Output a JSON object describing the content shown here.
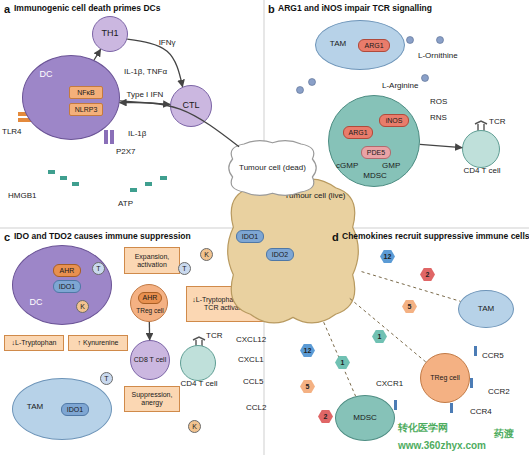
{
  "diagram": {
    "nodes": [
      {
        "text": [
          "Tumour cell (dead)"
        ]
      },
      {
        "text": [
          "Tumour cell (live)"
        ]
      },
      {
        "text": [
          "IDO1"
        ],
        "in": 1
      },
      {
        "text": [
          "IDO2"
        ],
        "in": 1
      },
      {
        "text": [
          "TH1"
        ]
      },
      {
        "text": [
          "DC"
        ]
      },
      {
        "text": [
          "NFκB"
        ],
        "in": 5
      },
      {
        "text": [
          "NLRP3"
        ],
        "in": 5
      },
      {
        "text": [
          "CTL"
        ]
      },
      {
        "text": [
          "TAM"
        ]
      },
      {
        "text": [
          "ARG1"
        ],
        "in": 9
      },
      {
        "text": [
          "MDSC"
        ]
      },
      {
        "text": [
          "ARG1"
        ],
        "in": 11
      },
      {
        "text": [
          "iNOS"
        ],
        "in": 11
      },
      {
        "text": [
          "PDE5"
        ],
        "in": 11
      },
      {
        "text": [
          "CD4 T cell"
        ]
      },
      {
        "text": [
          "DC"
        ]
      },
      {
        "text": [
          "AHR"
        ],
        "in": 16
      },
      {
        "text": [
          "IDO1"
        ],
        "in": 16
      },
      {
        "text": [
          "↓L-Tryptophan"
        ]
      },
      {
        "text": [
          "↑ Kynurenine"
        ]
      },
      {
        "text": [
          "Expansion, activation"
        ]
      },
      {
        "text": [
          "TReg cell"
        ]
      },
      {
        "text": [
          "AHR"
        ],
        "in": 22
      },
      {
        "text": [
          "CD8 T cell"
        ]
      },
      {
        "text": [
          "Suppression, anergy"
        ]
      },
      {
        "text": [
          "TAM"
        ]
      },
      {
        "text": [
          "IDO1"
        ],
        "in": 26
      },
      {
        "text": [
          "↓L-Tryptophan impairs TCR activation"
        ]
      },
      {
        "text": [
          "CD4 T cell"
        ]
      },
      {
        "text": [
          "TAM"
        ]
      },
      {
        "text": [
          "TReg cell"
        ]
      },
      {
        "text": [
          "MDSC"
        ]
      }
    ],
    "edges": [
      {
        "from": 0,
        "to": 5,
        "arrow": "to"
      },
      {
        "from": 5,
        "to": 4,
        "arrow": "to"
      },
      {
        "from": 4,
        "to": 8,
        "label": "IFNγ",
        "arrow": "to"
      },
      {
        "from": 5,
        "to": 8,
        "label": "Type I IFN",
        "arrow": "to"
      },
      {
        "from": 11,
        "to": 15,
        "arrow": "to"
      },
      {
        "from": 22,
        "to": 24,
        "arrow": "to"
      },
      {
        "from": 1,
        "to": 30,
        "arrow": "none"
      },
      {
        "from": 1,
        "to": 31,
        "arrow": "none"
      },
      {
        "from": 1,
        "to": 32,
        "arrow": "none"
      }
    ],
    "labels": [
      "a",
      "Immunogenic cell death primes DCs",
      "b",
      "ARG1 and iNOS impair TCR signalling",
      "c",
      "IDO and TDO2 causes immune suppression",
      "d",
      "Chemokines recruit suppressive immune cells",
      "IL-1β, TNFα",
      "TLR4",
      "P2X7",
      "HMGB1",
      "ATP",
      "IL-1β",
      "L-Ornithine",
      "L-Arginine",
      "ROS",
      "RNS",
      "TCR",
      "cGMP",
      "GMP",
      "TCR",
      "CXCL12",
      "CXCL1",
      "CCL5",
      "CCL2",
      "CCR5",
      "CCR2",
      "CCR4",
      "CXCR1",
      "转化医学网",
      "www.360zhyx.com",
      "药渡",
      "T",
      "K",
      "T",
      "K",
      "T",
      "K",
      "12",
      "1",
      "5",
      "2",
      "12",
      "2",
      "5",
      "1"
    ]
  }
}
